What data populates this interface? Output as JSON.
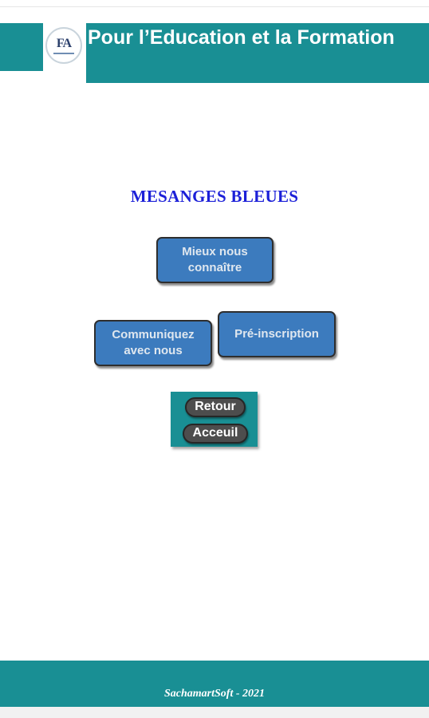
{
  "header": {
    "title": "Pour l’Education et la Formation",
    "logo_text": "FA",
    "brand_color": "#198f94"
  },
  "main": {
    "title": "MESANGES BLEUES",
    "title_color": "#1c20d8",
    "buttons": {
      "about": "Mieux nous connaître",
      "contact": "Communiquez avec nous",
      "preregistration": "Pré-inscription"
    },
    "button_color": "#3c7bbe",
    "nav": {
      "back": "Retour",
      "home": "Acceuil"
    }
  },
  "footer": {
    "credit": "SachamartSoft - 2021"
  }
}
